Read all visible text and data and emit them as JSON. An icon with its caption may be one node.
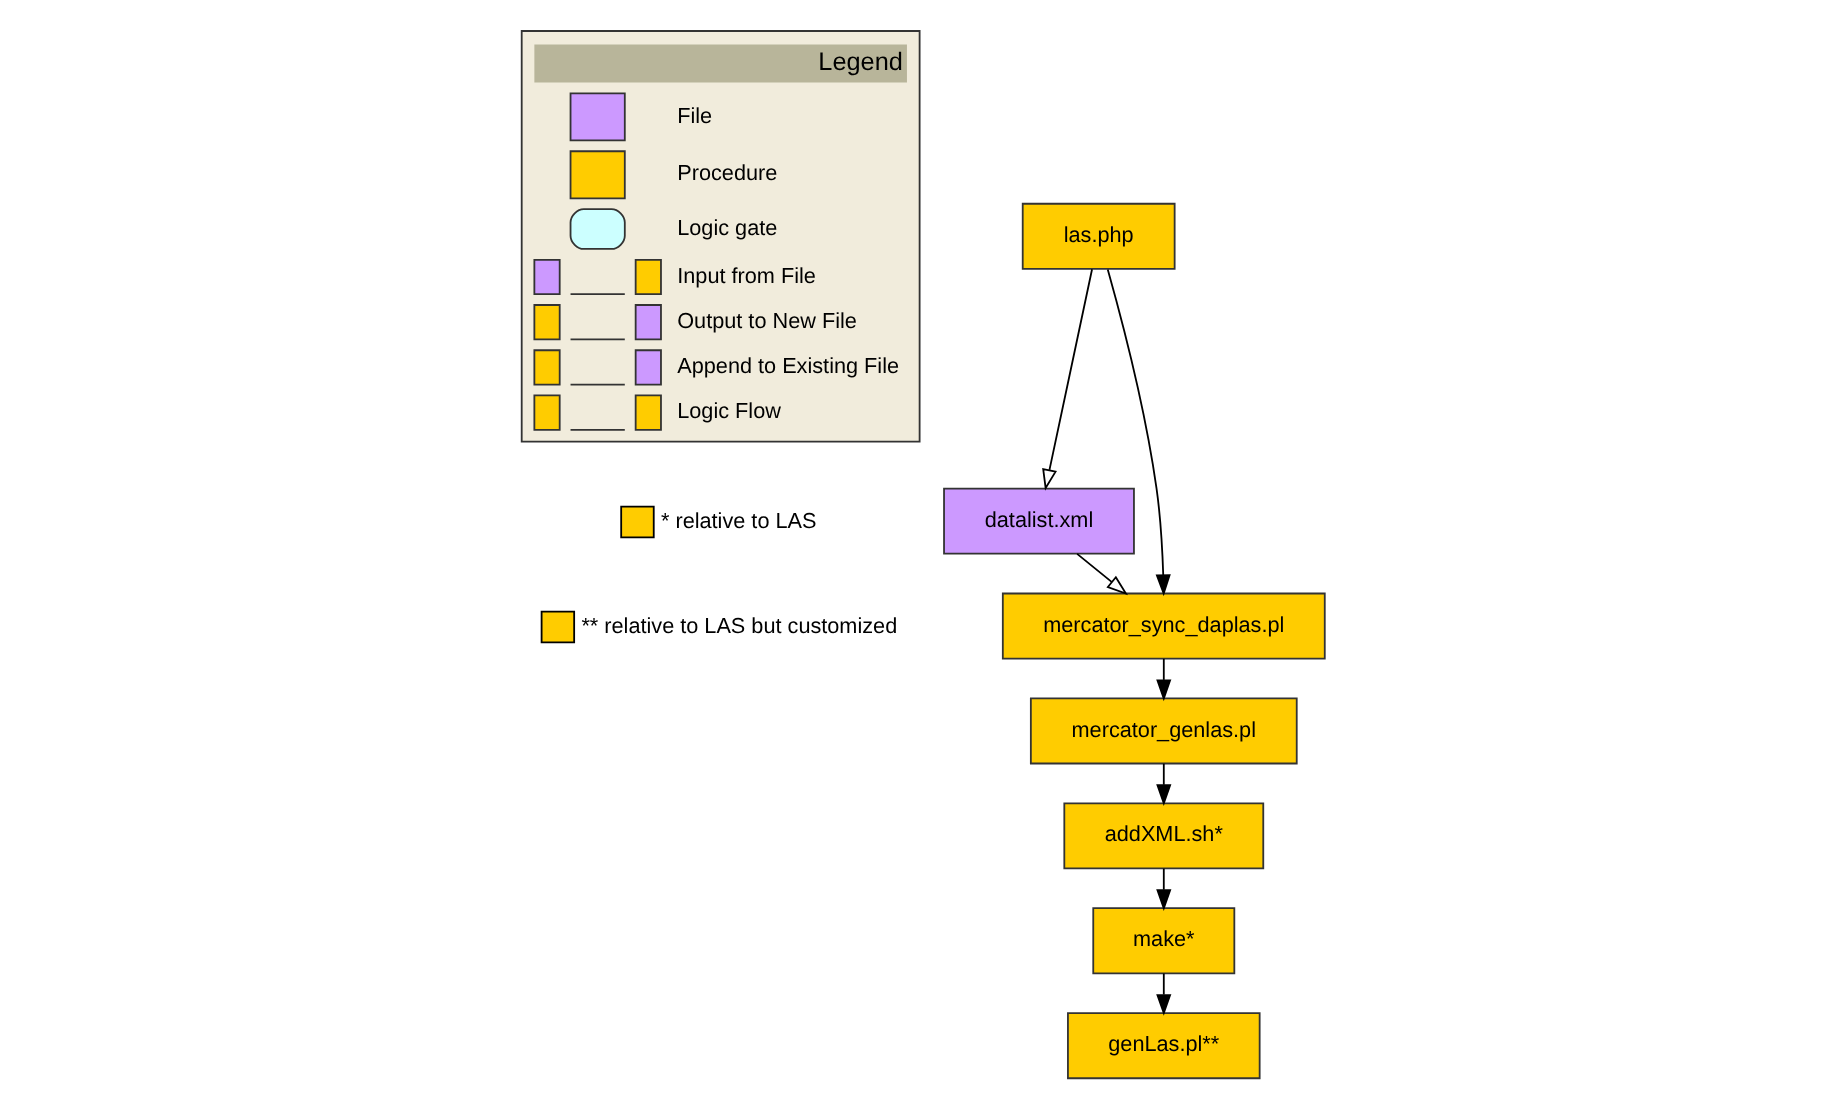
{
  "diagram": {
    "nodes": [
      {
        "text": [
          "las.php"
        ]
      },
      {
        "text": [
          "datalist.xml"
        ]
      },
      {
        "text": [
          "mercator_sync_daplas.pl"
        ]
      },
      {
        "text": [
          "mercator_genlas.pl"
        ]
      },
      {
        "text": [
          "addXML.sh*"
        ]
      },
      {
        "text": [
          "make*"
        ]
      },
      {
        "text": [
          "genLas.pl**"
        ]
      }
    ],
    "edges": [
      {
        "from": 0,
        "to": 2,
        "arrow": "to"
      },
      {
        "from": 0,
        "to": 1,
        "arrow": "to"
      },
      {
        "from": 1,
        "to": 2,
        "arrow": "to"
      },
      {
        "from": 2,
        "to": 3,
        "arrow": "to"
      },
      {
        "from": 3,
        "to": 4,
        "arrow": "to"
      },
      {
        "from": 4,
        "to": 5,
        "arrow": "to"
      },
      {
        "from": 5,
        "to": 6,
        "arrow": "to"
      }
    ],
    "labels": [
      "Legend"
    ],
    "legend": [
      {
        "text": "File",
        "color": "#cc99ff"
      },
      {
        "text": "Procedure",
        "color": "#ffcc00"
      },
      {
        "text": "Logic gate"
      },
      {
        "text": "Input from File"
      },
      {
        "text": "Output to New File"
      },
      {
        "text": "Append to Existing File"
      },
      {
        "text": "Logic Flow"
      },
      {
        "text": "* relative to LAS",
        "color": "#ffcc00"
      },
      {
        "text": "** relative to LAS but customized",
        "color": "#ffcc00"
      }
    ]
  }
}
